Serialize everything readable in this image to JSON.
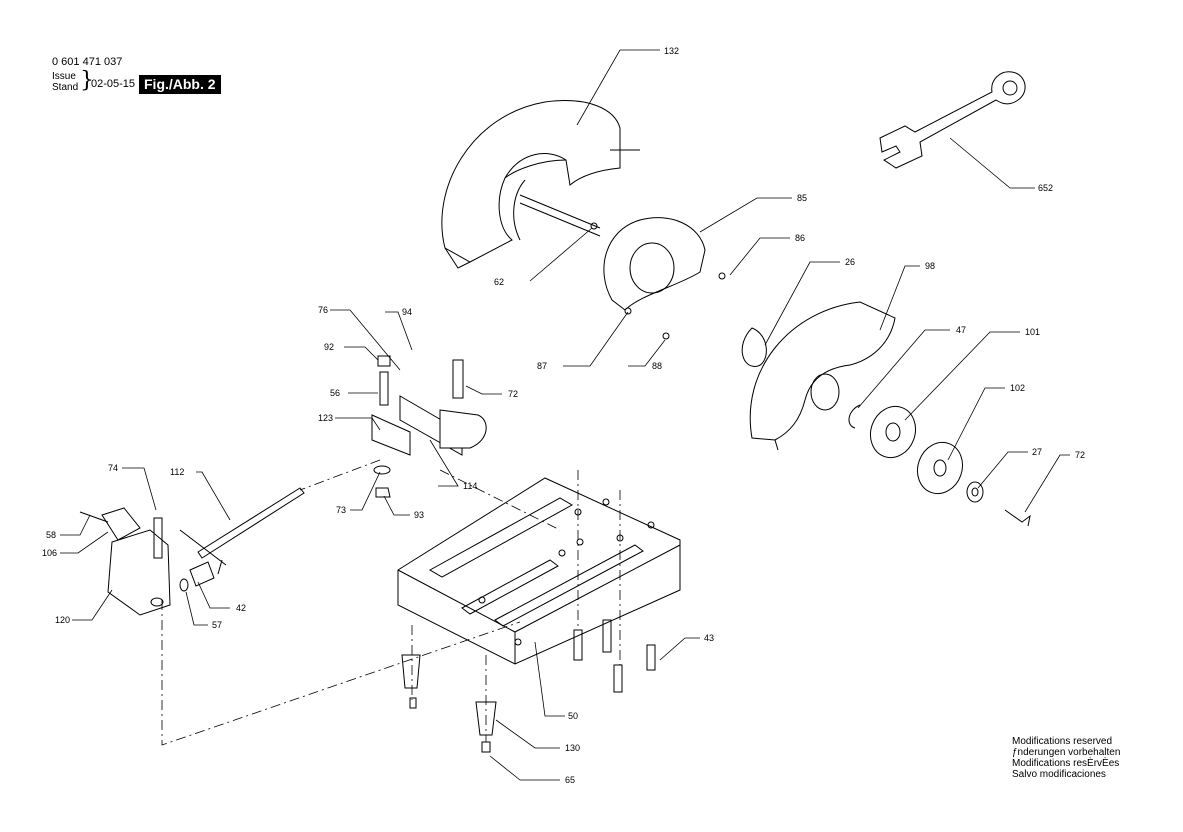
{
  "header": {
    "part_number": "0 601 471 037",
    "issue_label_1": "Issue",
    "issue_label_2": "Stand",
    "issue_date": "02-05-15",
    "figure_label": "Fig./Abb. 2"
  },
  "footer": {
    "notes": [
      "Modifications reserved",
      "ƒnderungen vorbehalten",
      "Modifications resÈrvÈes",
      "Salvo modificaciones"
    ]
  },
  "callouts": {
    "c132": "132",
    "c652": "652",
    "c85": "85",
    "c86": "86",
    "c62": "62",
    "c26": "26",
    "c98": "98",
    "c76": "76",
    "c94": "94",
    "c92": "92",
    "c56": "56",
    "c72a": "72",
    "c87": "87",
    "c88": "88",
    "c47": "47",
    "c101": "101",
    "c123": "123",
    "c102": "102",
    "c27": "27",
    "c72b": "72",
    "c74": "74",
    "c112": "112",
    "c114": "114",
    "c73": "73",
    "c93": "93",
    "c58": "58",
    "c106": "106",
    "c42": "42",
    "c120": "120",
    "c57": "57",
    "c43": "43",
    "c50": "50",
    "c130": "130",
    "c65": "65"
  }
}
